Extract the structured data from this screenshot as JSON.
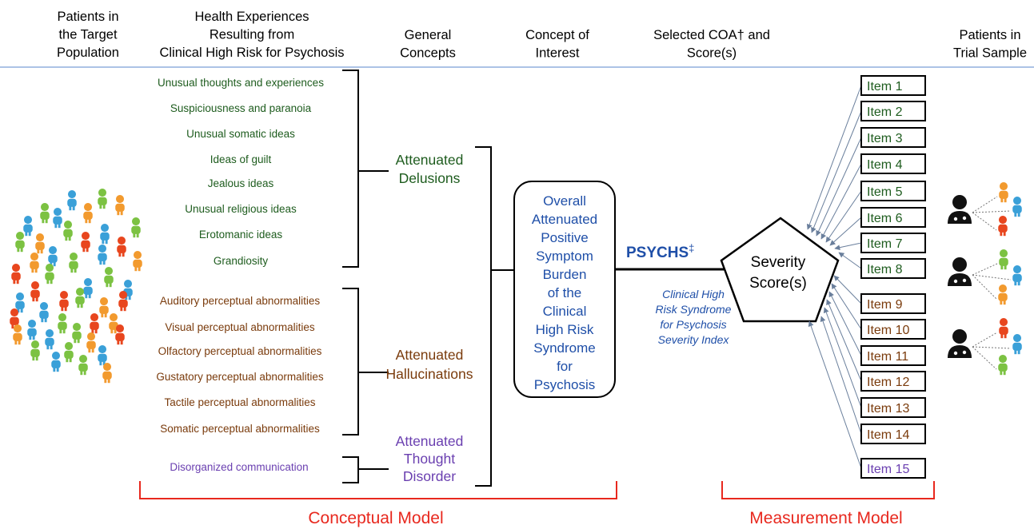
{
  "headers": [
    [
      "Patients in",
      "the Target",
      "Population"
    ],
    [
      "Health Experiences",
      "Resulting from",
      "Clinical High Risk for Psychosis"
    ],
    [
      "General",
      "Concepts"
    ],
    [
      "Concept of",
      "Interest"
    ],
    [
      "Selected COA† and",
      "Score(s)"
    ],
    [
      "Patients in",
      "Trial Sample"
    ]
  ],
  "delusion_experiences": [
    "Unusual thoughts and experiences",
    "Suspiciousness and paranoia",
    "Unusual somatic ideas",
    "Ideas of guilt",
    "Jealous ideas",
    "Unusual religious ideas",
    "Erotomanic ideas",
    "Grandiosity"
  ],
  "hallucination_experiences": [
    "Auditory perceptual abnormalities",
    "Visual perceptual abnormalities",
    "Olfactory perceptual abnormalities",
    "Gustatory perceptual abnormalities",
    "Tactile perceptual abnormalities",
    "Somatic perceptual abnormalities"
  ],
  "thought_disorder_experiences": [
    "Disorganized communication"
  ],
  "general_concepts": {
    "delusions": [
      "Attenuated",
      "Delusions"
    ],
    "hallucinations": [
      "Attenuated",
      "Hallucinations"
    ],
    "thought_disorder": [
      "Attenuated",
      "Thought",
      "Disorder"
    ]
  },
  "concept_of_interest": [
    "Overall",
    "Attenuated",
    "Positive",
    "Symptom",
    "Burden",
    "of the",
    "Clinical",
    "High Risk",
    "Syndrome",
    "for",
    "Psychosis"
  ],
  "instrument": {
    "name": "PSYCHS",
    "mark": "‡",
    "full_name": [
      "Clinical High",
      "Risk Syndrome",
      "for Psychosis",
      "Severity Index"
    ]
  },
  "score_label": [
    "Severity",
    "Score(s)"
  ],
  "items": [
    "Item 1",
    "Item 2",
    "Item 3",
    "Item 4",
    "Item 5",
    "Item 6",
    "Item 7",
    "Item 8",
    "Item 9",
    "Item 10",
    "Item 11",
    "Item 12",
    "Item 13",
    "Item 14",
    "Item 15"
  ],
  "item_groups": [
    "delusions",
    "delusions",
    "delusions",
    "delusions",
    "delusions",
    "delusions",
    "delusions",
    "delusions",
    "hallucinations",
    "hallucinations",
    "hallucinations",
    "hallucinations",
    "hallucinations",
    "hallucinations",
    "thought_disorder"
  ],
  "model_labels": {
    "conceptual": "Conceptual Model",
    "measurement": "Measurement Model"
  },
  "colors": {
    "delusions": "#1e5c1e",
    "hallucinations": "#7a3b0c",
    "thought_disorder": "#6a3fb0",
    "concept": "#1f4fa8",
    "instrument": "#1f4fa8",
    "model_label": "#e8281e",
    "header_rule": "#7a9fd6",
    "arrow": "#6a7f9c",
    "person_palette": [
      "#3aa0d8",
      "#7cc242",
      "#f29a2e",
      "#e8461e"
    ]
  }
}
